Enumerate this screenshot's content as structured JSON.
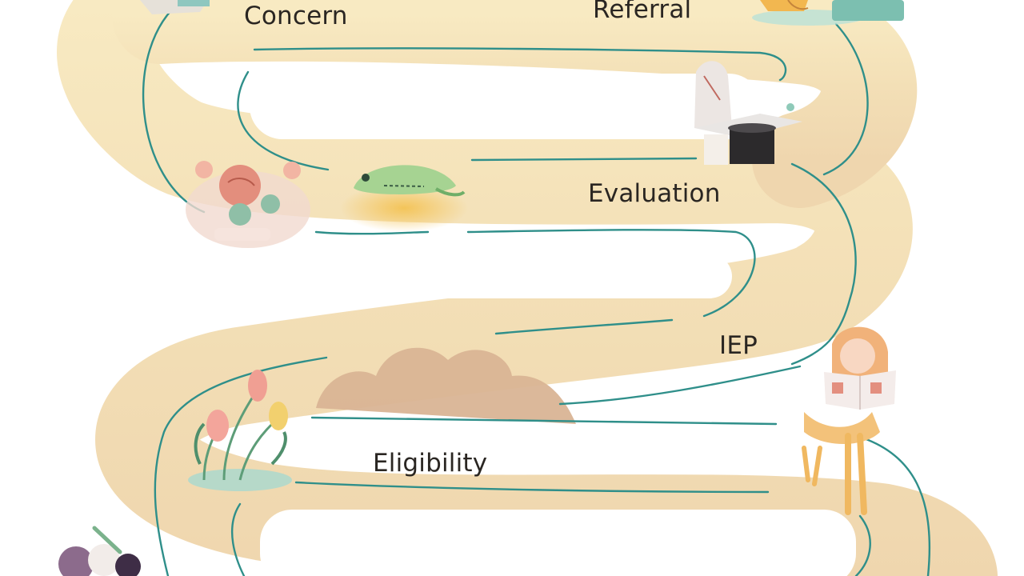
{
  "stages": {
    "concern": "Concern",
    "referral": "Referral",
    "evaluation": "Evaluation",
    "iep": "IEP",
    "eligibility": "Eligibility"
  },
  "colors": {
    "road_light": "#f7e8bf",
    "road_mid": "#f2ddb4",
    "road_dark": "#eed5ad",
    "path_line": "#2f8f8a",
    "label_text": "#2a2622",
    "hill": "#d9b495"
  },
  "icons": [
    "stone-tablet-icon",
    "flower-pot-icon",
    "graduation-cap-icon",
    "sleeping-child-icon",
    "frog-icon",
    "reading-child-icon",
    "tulip-garden-icon",
    "grapes-icon"
  ]
}
